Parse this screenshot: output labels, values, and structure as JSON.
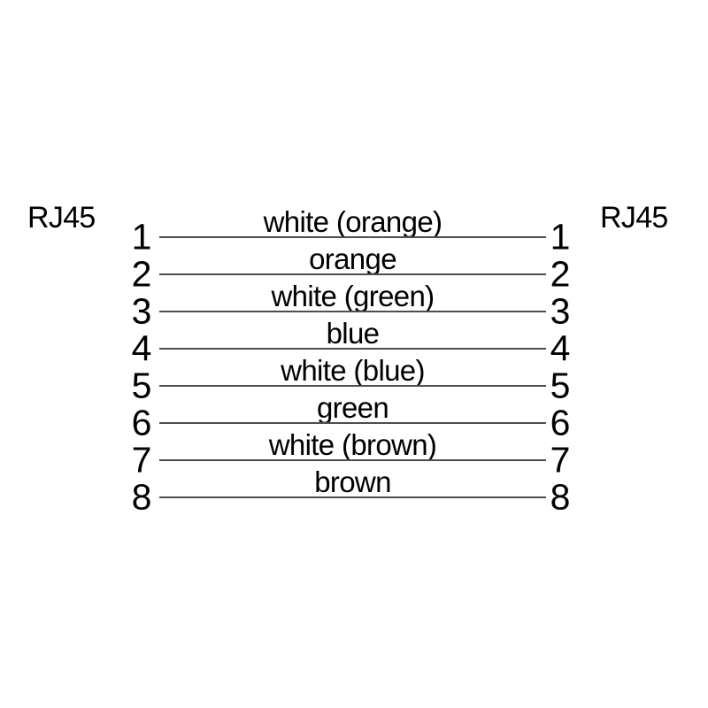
{
  "diagram": {
    "left_connector": "RJ45",
    "right_connector": "RJ45",
    "colors": {
      "background": "#ffffff",
      "text": "#000000",
      "line": "#4d4d4d"
    },
    "rows": [
      {
        "pin_left": "1",
        "pin_right": "1",
        "wire": "white (orange)"
      },
      {
        "pin_left": "2",
        "pin_right": "2",
        "wire": "orange"
      },
      {
        "pin_left": "3",
        "pin_right": "3",
        "wire": "white (green)"
      },
      {
        "pin_left": "4",
        "pin_right": "4",
        "wire": "blue"
      },
      {
        "pin_left": "5",
        "pin_right": "5",
        "wire": "white (blue)"
      },
      {
        "pin_left": "6",
        "pin_right": "6",
        "wire": "green"
      },
      {
        "pin_left": "7",
        "pin_right": "7",
        "wire": "white (brown)"
      },
      {
        "pin_left": "8",
        "pin_right": "8",
        "wire": "brown"
      }
    ]
  }
}
